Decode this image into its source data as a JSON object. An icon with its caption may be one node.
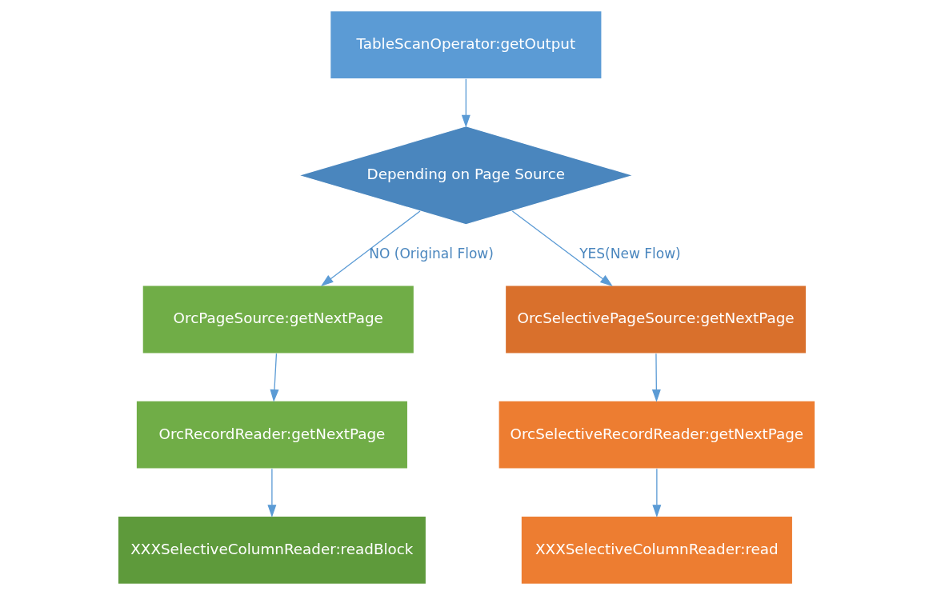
{
  "diagram": {
    "nodes": [
      {
        "text": [
          "TableScanOperator:getOutput"
        ]
      },
      {
        "text": [
          "Depending on Page Source"
        ]
      },
      {
        "text": [
          "OrcPageSource:getNextPage"
        ]
      },
      {
        "text": [
          "OrcRecordReader:getNextPage"
        ]
      },
      {
        "text": [
          "XXXSelectiveColumnReader:readBlock"
        ]
      },
      {
        "text": [
          "OrcSelectivePageSource:getNextPage"
        ]
      },
      {
        "text": [
          "OrcSelectiveRecordReader:getNextPage"
        ]
      },
      {
        "text": [
          "XXXSelectiveColumnReader:read"
        ]
      }
    ],
    "edges": [
      {
        "from": 0,
        "to": 1,
        "arrow": "to"
      },
      {
        "from": 1,
        "to": 2,
        "arrow": "to",
        "label": "NO (Original Flow)"
      },
      {
        "from": 2,
        "to": 3,
        "arrow": "to"
      },
      {
        "from": 3,
        "to": 4,
        "arrow": "to"
      },
      {
        "from": 1,
        "to": 5,
        "arrow": "to",
        "label": "YES(New Flow)"
      },
      {
        "from": 5,
        "to": 6,
        "arrow": "to"
      },
      {
        "from": 6,
        "to": 7,
        "arrow": "to"
      }
    ]
  }
}
